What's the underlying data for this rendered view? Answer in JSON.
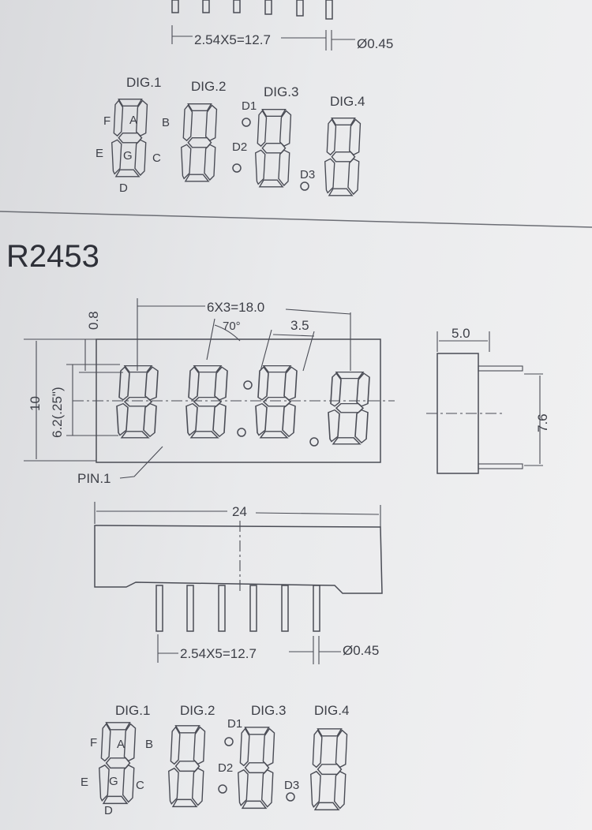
{
  "top_section": {
    "pitch_dim": "2.54X5=12.7",
    "pin_dia": "Ø0.45",
    "digits": [
      "DIG.1",
      "DIG.2",
      "DIG.3",
      "DIG.4"
    ],
    "segments": [
      "A",
      "B",
      "C",
      "D",
      "E",
      "F",
      "G"
    ],
    "points": [
      "D1",
      "D2",
      "D3"
    ]
  },
  "model": "R2453",
  "front_view": {
    "width_dim": "6X3=18.0",
    "angle": "70°",
    "seg_dim": "3.5",
    "offset_dim": "0.8",
    "height_dim": "10",
    "digit_height": "6.2(.25\")",
    "pin_label": "PIN.1"
  },
  "side_view": {
    "depth_dim": "5.0",
    "pin_spacing_dim": "7.6"
  },
  "bottom_view": {
    "length_dim": "24",
    "pitch_dim": "2.54X5=12.7",
    "pin_dia": "Ø0.45"
  },
  "pinout": {
    "digits": [
      "DIG.1",
      "DIG.2",
      "DIG.3",
      "DIG.4"
    ],
    "segments": [
      "A",
      "B",
      "C",
      "D",
      "E",
      "F",
      "G"
    ],
    "points": [
      "D1",
      "D2",
      "D3"
    ]
  }
}
